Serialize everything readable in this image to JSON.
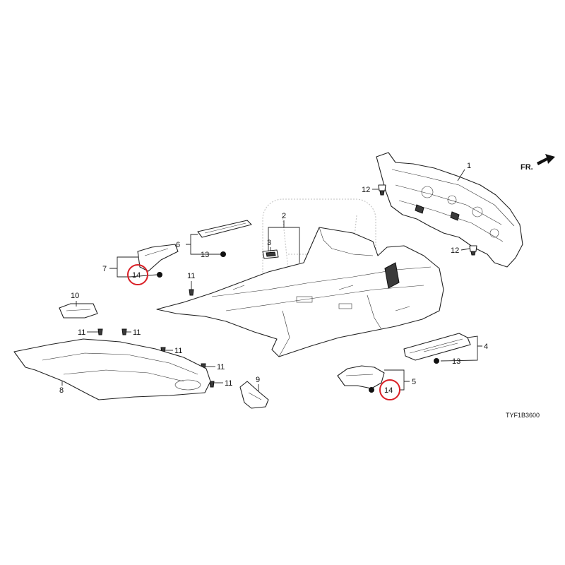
{
  "diagram": {
    "direction_label": "FR.",
    "drawing_code": "TYF1B3600",
    "callouts": [
      {
        "id": "c1",
        "text": "1"
      },
      {
        "id": "c2",
        "text": "2"
      },
      {
        "id": "c3",
        "text": "3"
      },
      {
        "id": "c4",
        "text": "4"
      },
      {
        "id": "c5",
        "text": "5"
      },
      {
        "id": "c6",
        "text": "6"
      },
      {
        "id": "c7",
        "text": "7"
      },
      {
        "id": "c8",
        "text": "8"
      },
      {
        "id": "c9",
        "text": "9"
      },
      {
        "id": "c10",
        "text": "10"
      },
      {
        "id": "c11a",
        "text": "11"
      },
      {
        "id": "c11b",
        "text": "11"
      },
      {
        "id": "c11c",
        "text": "11"
      },
      {
        "id": "c11d",
        "text": "11"
      },
      {
        "id": "c11e",
        "text": "11"
      },
      {
        "id": "c11f",
        "text": "11"
      },
      {
        "id": "c12a",
        "text": "12"
      },
      {
        "id": "c12b",
        "text": "12"
      },
      {
        "id": "c13a",
        "text": "13"
      },
      {
        "id": "c13b",
        "text": "13"
      },
      {
        "id": "c14a",
        "text": "14"
      },
      {
        "id": "c14b",
        "text": "14"
      }
    ],
    "highlight_color": "#d91f26"
  }
}
